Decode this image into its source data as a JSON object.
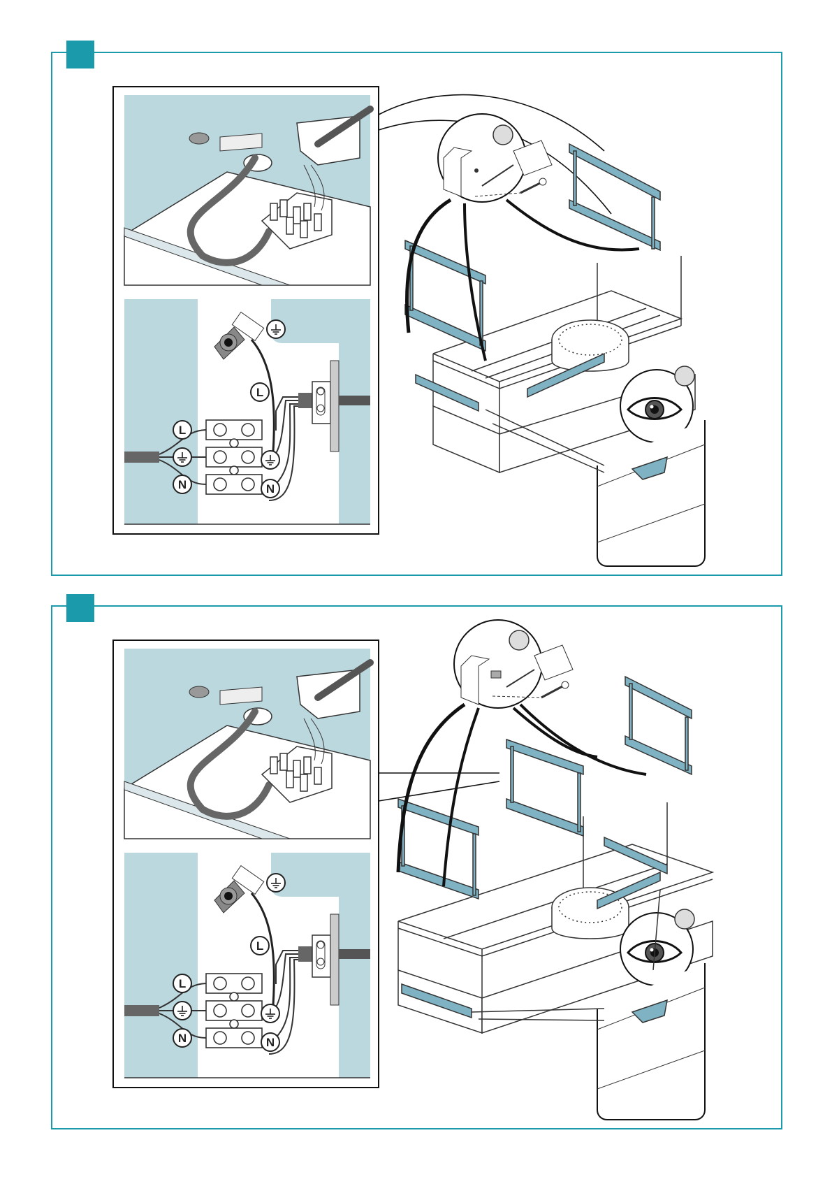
{
  "colors": {
    "frame": "#1a9aab",
    "accent_fill": "#7fb3c3",
    "bg_fill": "#bcd8df",
    "line": "#222222",
    "cable": "#7a7a7a"
  },
  "terminals": {
    "live": "L",
    "neutral": "N",
    "earth_symbol": "earth-symbol"
  },
  "icons": [
    "eye-icon",
    "drill-icon",
    "screw-icon",
    "earth-icon"
  ]
}
